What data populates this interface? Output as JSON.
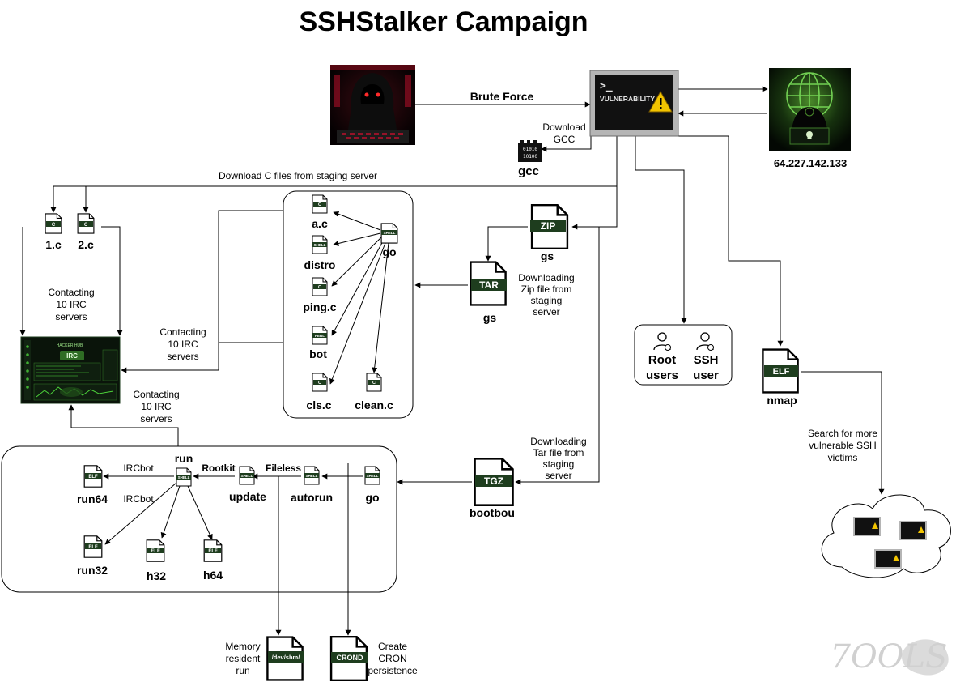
{
  "title": "SSHStalker Campaign",
  "ip_address": "64.227.142.133",
  "vuln_label": "VULNERABILITY",
  "prompt_glyph": ">_",
  "irc_panel_label": "IRC",
  "irc_panel_header": "HACKER HUB",
  "gcc_bits": [
    "01010",
    "10100"
  ],
  "edges": {
    "brute_force": "Brute Force",
    "download_gcc": [
      "Download",
      "GCC"
    ],
    "download_c": "Download C files from staging server",
    "contacting_a": [
      "Contacting",
      "10 IRC",
      "servers"
    ],
    "contacting_b": [
      "Contacting",
      "10 IRC",
      "servers"
    ],
    "contacting_c": [
      "Contacting",
      "10 IRC",
      "servers"
    ],
    "downloading_zip": [
      "Downloading",
      "Zip file from",
      "staging",
      "server"
    ],
    "downloading_tar": [
      "Downloading",
      "Tar file from",
      "staging",
      "server"
    ],
    "search_more": [
      "Search for more",
      "vulnerable SSH",
      "victims"
    ],
    "ircbot_1": "IRCbot",
    "ircbot_2": "IRCbot",
    "rootkit": "Rootkit",
    "fileless": "Fileless",
    "memory_resident": [
      "Memory",
      "resident",
      "run"
    ],
    "create_cron": [
      "Create",
      "CRON",
      "persistence"
    ]
  },
  "nodes": {
    "gcc": "gcc",
    "c1": "1.c",
    "c2": "2.c",
    "ac": "a.c",
    "distro": "distro",
    "pingc": "ping.c",
    "bot": "bot",
    "clsc": "cls.c",
    "cleanc": "clean.c",
    "go_top": "go",
    "gs_zip": "gs",
    "gs_tar": "gs",
    "root_users": [
      "Root",
      "users"
    ],
    "ssh_user": [
      "SSH",
      "user"
    ],
    "nmap": "nmap",
    "bootbou": "bootbou",
    "run": "run",
    "update": "update",
    "autorun": "autorun",
    "go_bottom": "go",
    "run64": "run64",
    "run32": "run32",
    "h32": "h32",
    "h64": "h64",
    "dev_shm": "/dev/shm/",
    "crond": "CROND"
  },
  "badges": {
    "c": "C",
    "shell": "SHELL",
    "perl": "PERL",
    "zip": "ZIP",
    "tar": "TAR",
    "tgz": "TGZ",
    "elf": "ELF"
  },
  "watermark": "7OOLS",
  "colors": {
    "badge_green": "#1e3d1e",
    "badge_text": "#ffffff",
    "terminal_bg": "#111111",
    "warning": "#f2c400",
    "hacker_red": "#c8102e",
    "globe_green": "#7be05a"
  }
}
